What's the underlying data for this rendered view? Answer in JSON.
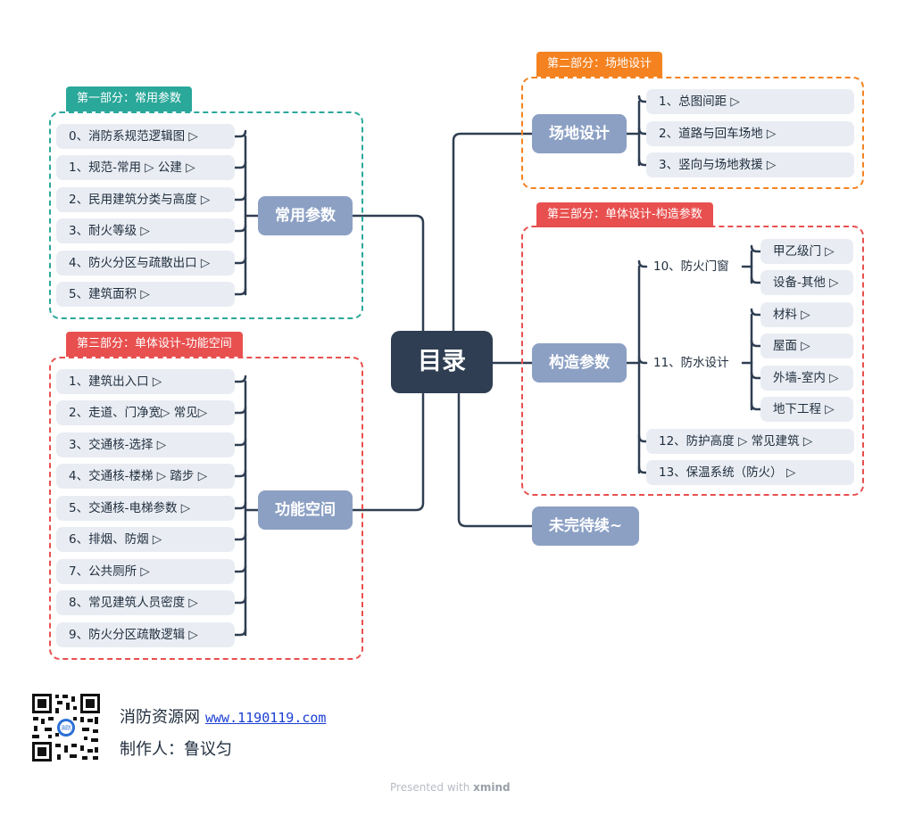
{
  "root": {
    "label": "目录"
  },
  "colors": {
    "teal": "#2aa89a",
    "orange": "#f58220",
    "red": "#e8504f",
    "node": "#8ca0c4",
    "root": "#2f3e52",
    "line": "#2f3e52"
  },
  "groups": [
    {
      "tag": "第一部分：常用参数",
      "main": "常用参数",
      "items": [
        "0、消防系规范逻辑图 ▷",
        "1、规范-常用 ▷ 公建 ▷",
        "2、民用建筑分类与高度 ▷",
        "3、耐火等级 ▷",
        "4、防火分区与疏散出口 ▷",
        "5、建筑面积 ▷"
      ]
    },
    {
      "tag": "第三部分：单体设计-功能空间",
      "main": "功能空间",
      "items": [
        "1、建筑出入口 ▷",
        "2、走道、门净宽▷ 常见▷",
        "3、交通核-选择 ▷",
        "4、交通核-楼梯 ▷ 踏步 ▷",
        "5、交通核-电梯参数 ▷",
        "6、排烟、防烟 ▷",
        "7、公共厕所 ▷",
        "8、常见建筑人员密度 ▷",
        "9、防火分区疏散逻辑 ▷"
      ]
    },
    {
      "tag": "第二部分：场地设计",
      "main": "场地设计",
      "items": [
        "1、总图间距 ▷",
        "2、道路与回车场地 ▷",
        "3、竖向与场地救援 ▷"
      ]
    },
    {
      "tag": "第三部分：单体设计-构造参数",
      "main": "构造参数",
      "sub": [
        {
          "label": "10、防火门窗",
          "children": [
            "甲乙级门 ▷",
            "设备-其他 ▷"
          ]
        },
        {
          "label": "11、防水设计",
          "children": [
            "材料 ▷",
            "屋面 ▷",
            "外墙-室内 ▷",
            "地下工程 ▷"
          ]
        },
        {
          "label": "12、防护高度 ▷ 常见建筑 ▷"
        },
        {
          "label": "13、保温系统（防火） ▷"
        }
      ]
    }
  ],
  "unfinished": {
    "label": "未完待续~"
  },
  "footer": {
    "site_name": "消防资源网",
    "site_url": "www.1190119.com",
    "author": "制作人：鲁议匀",
    "qr_badge": "消防"
  },
  "brand": {
    "prefix": "Presented with",
    "name": "xmind"
  }
}
